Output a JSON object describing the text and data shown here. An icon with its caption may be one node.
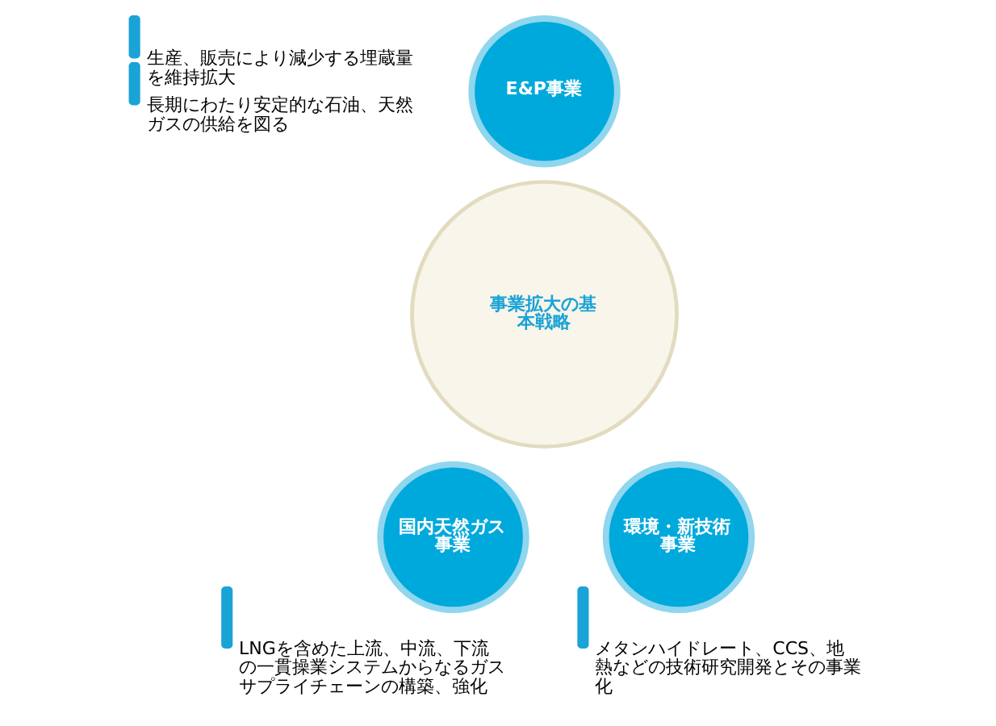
{
  "diagram": {
    "nodes": [
      {
        "text": [
          "事業拡大の基本戦略"
        ]
      },
      {
        "text": [
          "E&P事業"
        ],
        "beside": [
          "生産、販売により減少する埋蔵量を維持拡大",
          "長期にわたり安定的な石油、天然ガスの供給を図る"
        ]
      },
      {
        "text": [
          "国内天然ガス事業"
        ],
        "beside": [
          "LNGを含めた上流、中流、下流の一貫操業システムからなるガスサプライチェーンの構築、強化"
        ]
      },
      {
        "text": [
          "環境・新技術事業"
        ],
        "beside": [
          "メタンハイドレート、CCS、地熱などの技術研究開発とその事業化"
        ]
      }
    ],
    "edges": []
  }
}
